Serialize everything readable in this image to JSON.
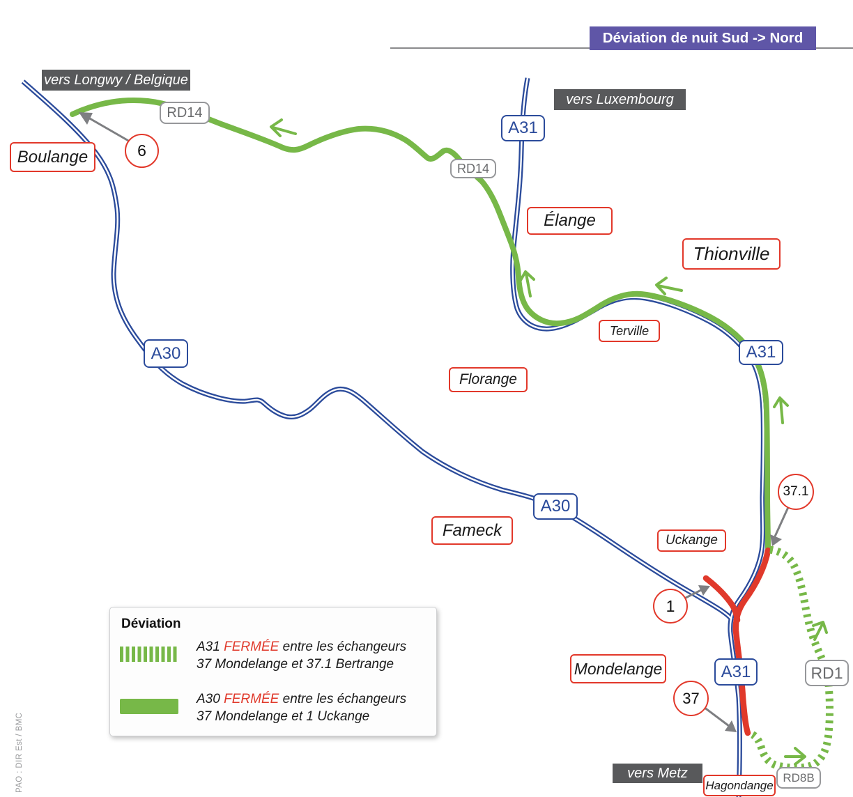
{
  "banner": {
    "title": "Déviation de nuit Sud -> Nord"
  },
  "signs": {
    "longwy": "vers Longwy / Belgique",
    "luxembourg": "vers Luxembourg",
    "metz": "vers Metz"
  },
  "towns": {
    "boulange": "Boulange",
    "elange": "Élange",
    "thionville": "Thionville",
    "terville": "Terville",
    "florange": "Florange",
    "fameck": "Fameck",
    "uckange": "Uckange",
    "mondelange": "Mondelange",
    "hagondange": "Hagondange"
  },
  "roads": {
    "a31_top": "A31",
    "a31_right": "A31",
    "a31_bottom": "A31",
    "a30_left": "A30",
    "a30_mid": "A30",
    "rd14_a": "RD14",
    "rd14_b": "RD14",
    "rd1": "RD1",
    "rd8b": "RD8B"
  },
  "interchanges": {
    "n6": "6",
    "n1": "1",
    "n37": "37",
    "n37_1": "37.1"
  },
  "legend": {
    "title": "Déviation",
    "items": [
      {
        "swatch": "dashed",
        "road": "A31",
        "status": "FERMÉE",
        "tail": "entre les échangeurs",
        "line2": "37 Mondelange et 37.1 Bertrange"
      },
      {
        "swatch": "solid",
        "road": "A30",
        "status": "FERMÉE",
        "tail": "entre les échangeurs",
        "line2": "37 Mondelange et 1 Uckange"
      }
    ]
  },
  "credit": "PAO : DIR Est / BMC",
  "colors": {
    "deviation_green": "#77b848",
    "motorway_blue": "#2b4b9b",
    "closed_red": "#e0392b",
    "banner_purple": "#5f56a7",
    "sign_gray": "#58595b"
  }
}
